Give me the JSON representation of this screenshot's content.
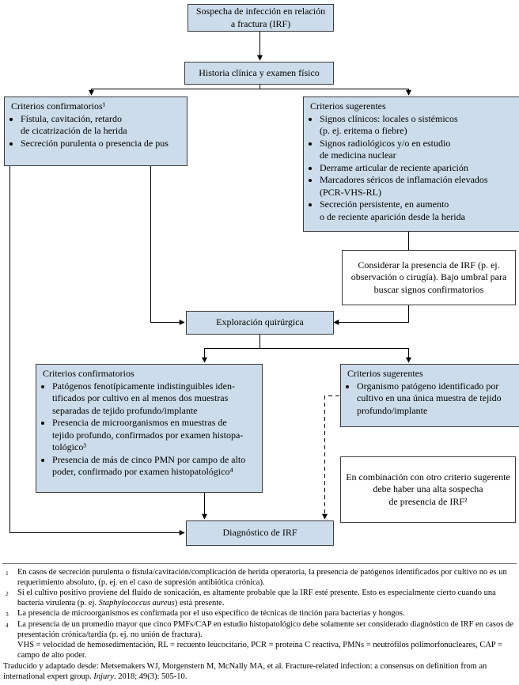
{
  "nodes": {
    "sospecha": "Sospecha de infección en relación\na fractura (IRF)",
    "historia": "Historia clínica y examen físico",
    "critConf1": {
      "title": "Criterios confirmatorios¹",
      "items": [
        "Fístula, cavitación, retardo\nde cicatrización de la herida",
        "Secreción purulenta o presencia de pus"
      ]
    },
    "critSug1": {
      "title": "Criterios sugerentes",
      "items": [
        "Signos clínicos: locales o sistémicos\n(p. ej. eritema o fiebre)",
        "Signos radiológicos y/o en estudio\nde medicina nuclear",
        "Derrame articular de reciente aparición",
        "Marcadores séricos de inflamación elevados\n(PCR-VHS-RL)",
        "Secreción persistente, en aumento\no de reciente aparición desde la herida"
      ]
    },
    "considerar": "Considerar la presencia de IRF (p. ej.\nobservación o cirugía). Bajo umbral para\nbuscar signos confirmatorios",
    "exploracion": "Exploración quirúrgica",
    "critConf2": {
      "title": "Criterios confirmatorios",
      "items": [
        "Patógenos fenotípicamente indistinguibles iden-\ntificados por cultivo en al menos dos muestras\nseparadas de tejido profundo/implante",
        "Presencia de microorganismos en muestras de\ntejido profundo, confirmados por examen histopa-\ntológico³",
        "Presencia de más de cinco PMN por campo de alto\npoder, confirmado por examen histopatológico⁴"
      ]
    },
    "critSug2": {
      "title": "Criterios sugerentes",
      "items": [
        "Organismo patógeno identificado por\ncultivo en una única muestra de tejido\nprofundo/implante"
      ]
    },
    "combinacion": "En combinación con otro criterio sugerente\ndebe haber una alta sospecha\nde presencia de IRF²",
    "diagnostico": "Diagnóstico de IRF"
  },
  "footnotes": [
    {
      "marker": "1",
      "pre": "En casos de secreción purulenta o fístula/cavitación/complicación de herida operatoria, la presencia de patógenos identificados por cultivo no es un requerimiento absoluto, (p. ej. en el caso de supresión antibiótica crónica).",
      "italic": "",
      "post": ""
    },
    {
      "marker": "2",
      "pre": "Si el cultivo positivo proviene del fluido de sonicación, es altamente probable que la IRF esté presente. Esto es especialmente cierto cuando una bacteria virulenta (p. ej. ",
      "italic": "Staphylococcus aureus",
      "post": ") está presente."
    },
    {
      "marker": "3",
      "pre": "La presencia de microorganismos es confirmada por el uso específico de técnicas de tinción para bacterias y hongos.",
      "italic": "",
      "post": ""
    },
    {
      "marker": "4",
      "pre": "La presencia de un promedio mayor que cinco PMFs/CAP en estudio histopatológico debe solamente ser considerado diagnóstico de IRF en casos de presentación crónica/tardía (p. ej. no unión de fractura).",
      "italic": "",
      "post": ""
    },
    {
      "marker": "",
      "pre": "VHS = velocidad de hemosedimentación, RL = recuento leucocitario, PCR = proteína C reactiva, PMNs = neutrófilos polimorfonucleares, CAP = campo de alto poder.",
      "italic": "",
      "post": ""
    }
  ],
  "citation": {
    "pre": "Traducido y adaptado desde: Metsemakers WJ, Morgenstern M, McNally MA, et al. Fracture-related infection: a consensus on definition from an international expert group. ",
    "italic": "Injury",
    "post": ". 2018; 49(3): 505-10."
  },
  "colors": {
    "box_fill": "#ccdcea",
    "box_border": "#3c3c3c",
    "line": "#000000"
  }
}
